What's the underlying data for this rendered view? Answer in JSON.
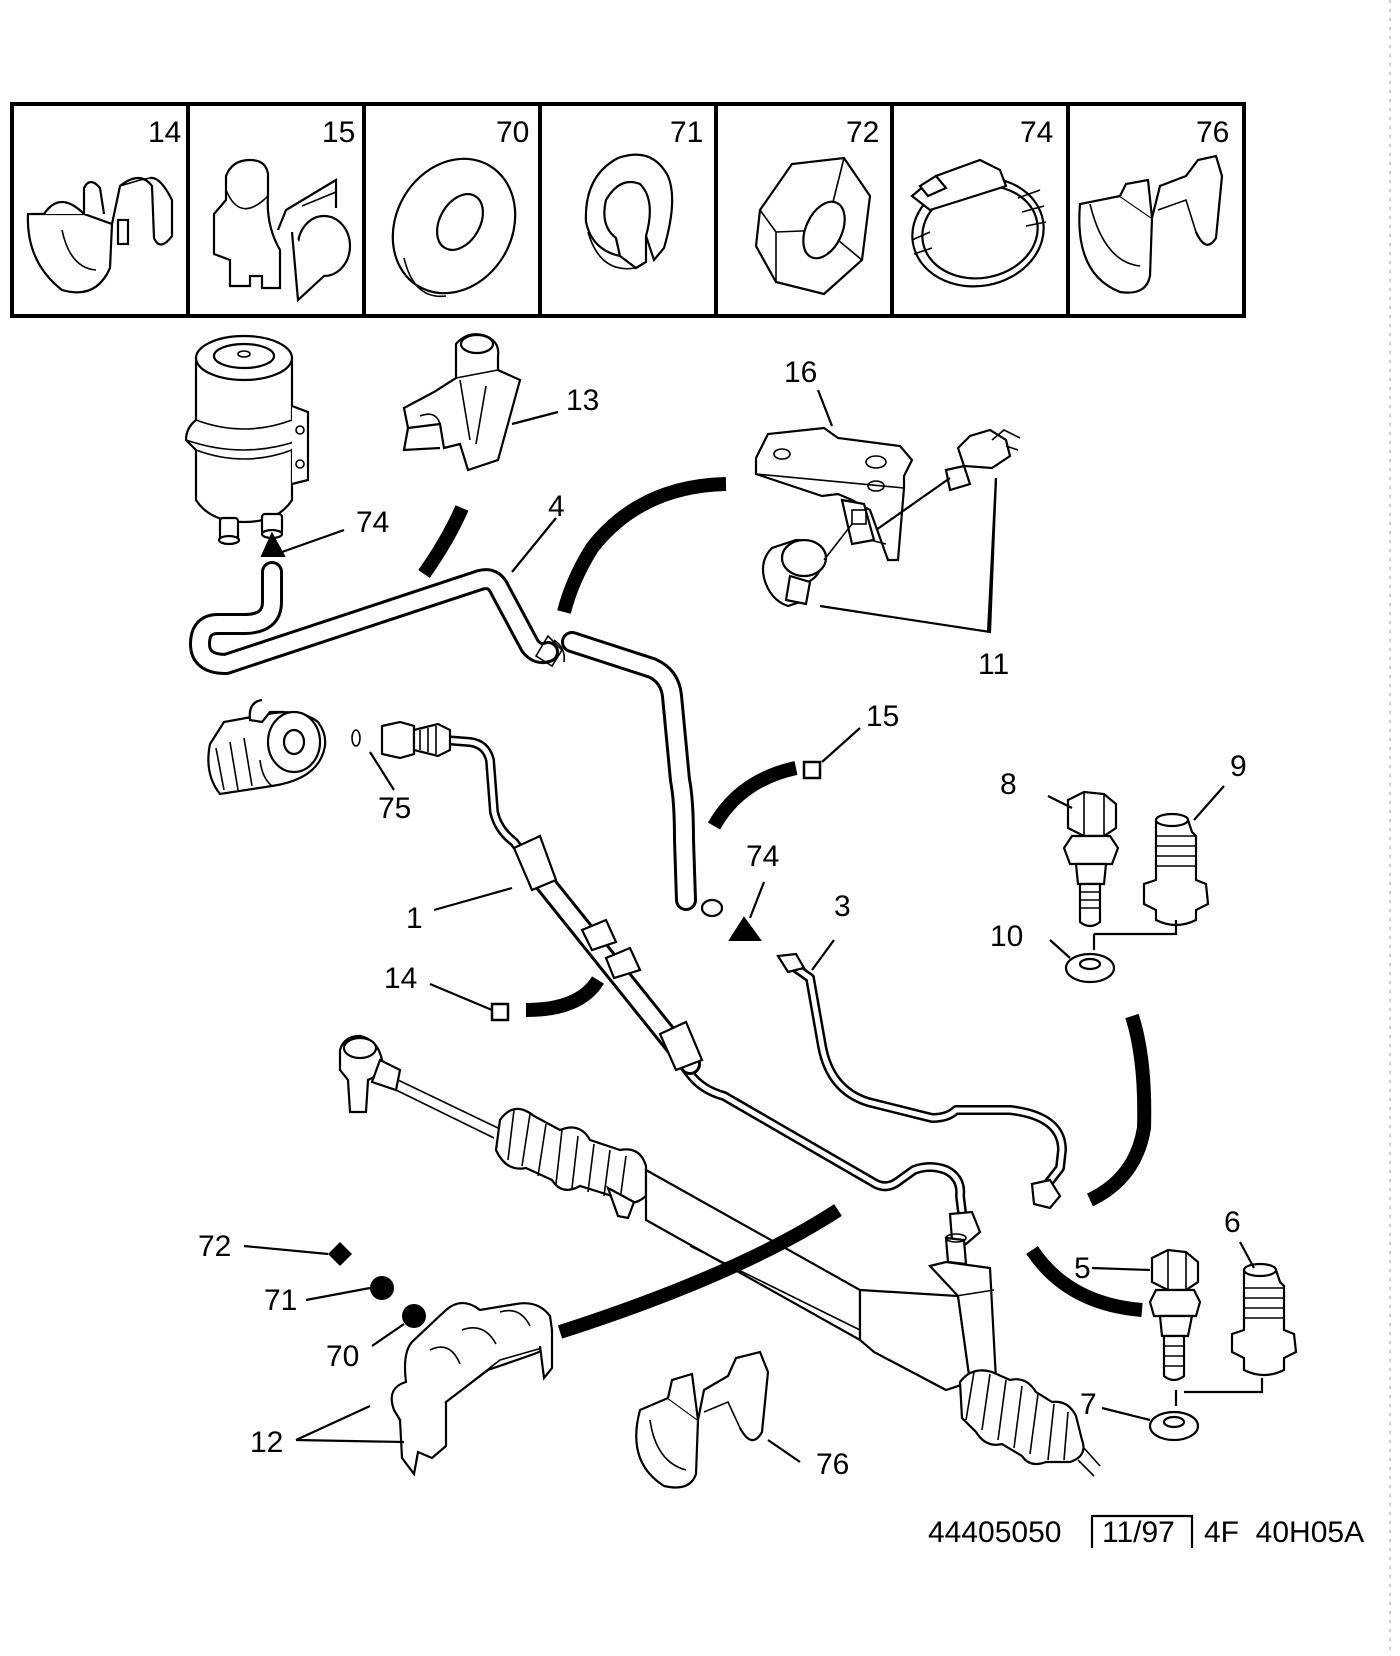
{
  "legend": {
    "cells": [
      {
        "ref": "14",
        "icon": "hose-clip-icon"
      },
      {
        "ref": "15",
        "icon": "pipe-clip-icon"
      },
      {
        "ref": "70",
        "icon": "flat-washer-icon"
      },
      {
        "ref": "71",
        "icon": "spring-washer-icon"
      },
      {
        "ref": "72",
        "icon": "hex-nut-icon"
      },
      {
        "ref": "74",
        "icon": "hose-clamp-icon"
      },
      {
        "ref": "76",
        "icon": "double-clip-icon"
      }
    ]
  },
  "callouts": {
    "c1": "1",
    "c3": "3",
    "c4": "4",
    "c5": "5",
    "c6": "6",
    "c7": "7",
    "c8": "8",
    "c9": "9",
    "c10": "10",
    "c11": "11",
    "c12": "12",
    "c13": "13",
    "c14": "14",
    "c15": "15",
    "c16": "16",
    "c70": "70",
    "c71": "71",
    "c72": "72",
    "c74a": "74",
    "c74b": "74",
    "c75": "75",
    "c76": "76"
  },
  "footer": {
    "ref_number": "44405050",
    "date": "11/97",
    "code": "4F  40H05A"
  }
}
